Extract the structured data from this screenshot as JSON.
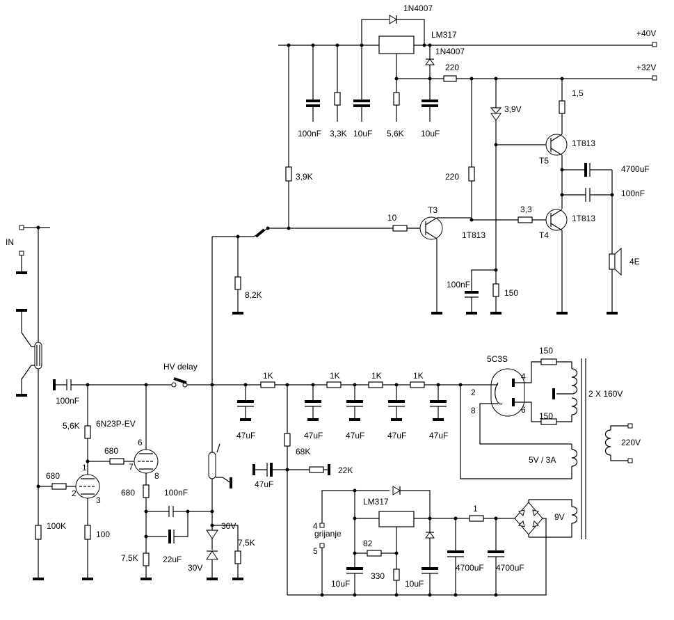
{
  "rails": {
    "v40": "+40V",
    "v32": "+32V"
  },
  "labels": {
    "in": "IN",
    "hv_delay": "HV delay",
    "tube_5c3s": "5C3S",
    "tube_6n23p": "6N23P-EV",
    "transformer_hv": "2 X 160V",
    "transformer_mains": "220V",
    "heater_5v": "5V / 3A",
    "heater_9v": "9V",
    "grijanje": "grijanje",
    "speaker": "4E"
  },
  "regulator_top": {
    "diode1": "1N4007",
    "ic": "LM317",
    "diode2": "1N4007",
    "r_220_series": "220"
  },
  "top_caps": [
    "100nF",
    "3,3K",
    "10uF",
    "5,6K",
    "10uF"
  ],
  "driver": {
    "r_3_9k": "3,9K",
    "z_3_9v": "3,9V",
    "r_1_5": "1,5",
    "t5_type": "1T813",
    "t5": "T5",
    "c_4700": "4700uF",
    "c_100nf": "100nF",
    "r_220": "220",
    "r_10": "10",
    "t3": "T3",
    "t3_type": "1T813",
    "r_3_3": "3,3",
    "t4_type": "1T813",
    "t4": "T4",
    "c_100nf_low": "100nF",
    "r_150": "150",
    "r_8_2k": "8,2K"
  },
  "hv_supply": {
    "r1": "1K",
    "r2": "1K",
    "r3": "1K",
    "r4": "1K",
    "caps": [
      "47uF",
      "47uF",
      "47uF",
      "47uF",
      "47uF"
    ],
    "r_68k": "68K",
    "c_47uf": "47uF",
    "r_22k": "22K",
    "r_150a": "150",
    "r_150b": "150",
    "pin2": "2",
    "pin4": "4",
    "pin6": "6",
    "pin8": "8"
  },
  "preamp": {
    "c_in": "100nF",
    "r_5_6k": "5,6K",
    "r_680a": "680",
    "r_680b": "680",
    "r_680c": "680",
    "r_100k": "100K",
    "r_100": "100",
    "pin1": "1",
    "pin2": "2",
    "pin3": "3",
    "pin6": "6",
    "pin7": "7",
    "pin8": "8",
    "c_100nf": "100nF",
    "c_22uf": "22uF",
    "r_7_5k_a": "7,5K",
    "r_7_5k_b": "7,5K",
    "z_30v_a": "30V",
    "z_30v_b": "30V"
  },
  "heater_supply": {
    "ic": "LM317",
    "r_82": "82",
    "r_330": "330",
    "r_1": "1",
    "c_10uf_a": "10uF",
    "c_10uf_b": "10uF",
    "c_4700_a": "4700uF",
    "c_4700_b": "4700uF",
    "pin4": "4",
    "pin5": "5"
  }
}
